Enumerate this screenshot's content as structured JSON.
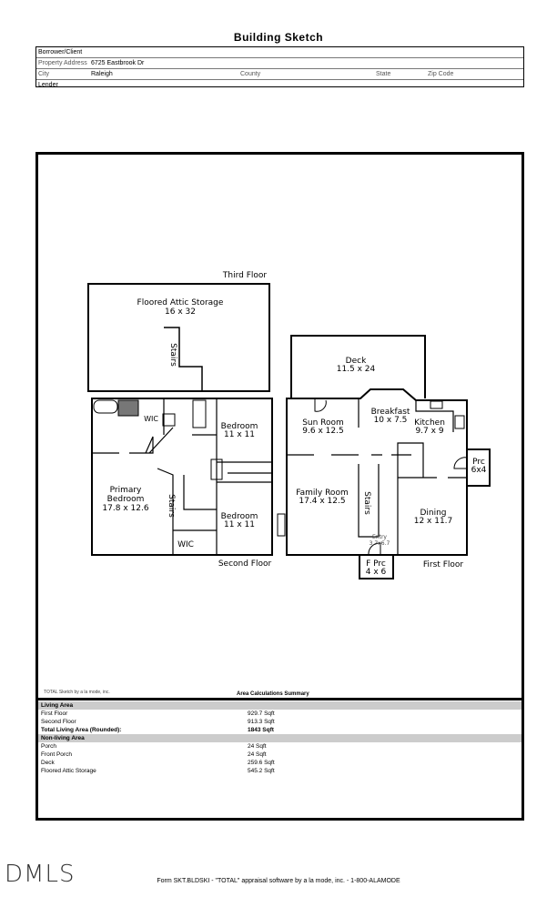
{
  "title": "Building Sketch",
  "header": {
    "borrower_label": "Borrower/Client",
    "borrower_value": "",
    "address_label": "Property Address",
    "address_value": "6725 Eastbrook Dr",
    "city_label": "City",
    "city_value": "Raleigh",
    "county_label": "County",
    "state_label": "State",
    "zip_label": "Zip Code",
    "lender_label": "Lender"
  },
  "plan": {
    "third_floor": {
      "label": "Third Floor",
      "attic": "Floored Attic Storage",
      "attic_dim": "16 x 32",
      "stairs": "Stairs"
    },
    "second_floor": {
      "label": "Second Floor",
      "wic1": "WIC",
      "primary": "Primary",
      "primary2": "Bedroom",
      "primary_dim": "17.8 x 12.6",
      "stairs": "Stairs",
      "wic2": "WIC",
      "bed1": "Bedroom",
      "bed1_dim": "11 x 11",
      "bed2": "Bedroom",
      "bed2_dim": "11 x 11"
    },
    "first_floor": {
      "label": "First Floor",
      "deck": "Deck",
      "deck_dim": "11.5 x 24",
      "sun": "Sun Room",
      "sun_dim": "9.6 x 12.5",
      "breakfast": "Breakfast",
      "breakfast_dim": "10 x 7.5",
      "kitchen": "Kitchen",
      "kitchen_dim": "9.7 x 9",
      "prc": "Prc",
      "prc_dim": "6x4",
      "family": "Family Room",
      "family_dim": "17.4 x 12.5",
      "stairs": "Stairs",
      "dining": "Dining",
      "dining_dim": "12 x 11.7",
      "entry": "Entry",
      "entry_dim": "3.7x6.7",
      "fprc": "F Prc",
      "fprc_dim": "4 x 6"
    }
  },
  "credit": "TOTAL Sketch by a la mode, inc.",
  "summary": {
    "title": "Area Calculations Summary",
    "living_head": "Living Area",
    "living": [
      {
        "label": "First Floor",
        "value": "929.7 Sqft"
      },
      {
        "label": "Second Floor",
        "value": "913.3 Sqft"
      }
    ],
    "total_label": "Total Living Area (Rounded):",
    "total_value": "1843 Sqft",
    "nonliving_head": "Non-living Area",
    "nonliving": [
      {
        "label": "Porch",
        "value": "24 Sqft"
      },
      {
        "label": "Front Porch",
        "value": "24 Sqft"
      },
      {
        "label": "Deck",
        "value": "259.6 Sqft"
      },
      {
        "label": "Floored Attic Storage",
        "value": "545.2 Sqft"
      }
    ]
  },
  "watermark": "DMLS",
  "footer": "Form SKT.BLDSKI - \"TOTAL\" appraisal software by a la mode, inc. - 1-800-ALAMODE"
}
